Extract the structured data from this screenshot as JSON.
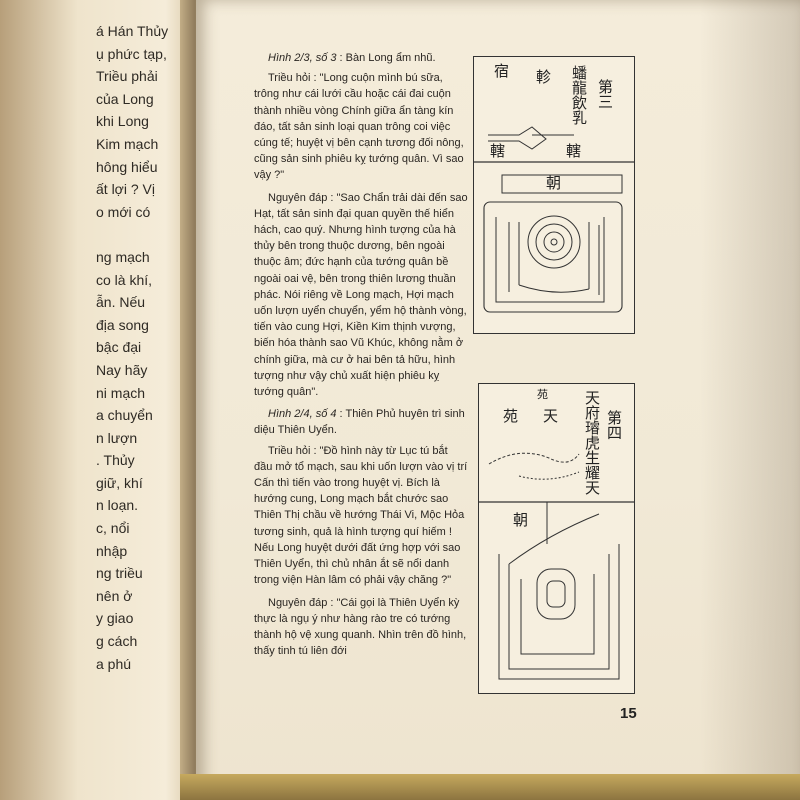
{
  "left_page": {
    "lines": [
      "á Hán Thủy",
      "ụ phức tạp,",
      "Triều phải",
      "của Long",
      "khi Long",
      "Kim mạch",
      "hông hiểu",
      "ất lợi ? Vị",
      "o mới có",
      "",
      "ng mạch",
      "co là khí,",
      "ẫn. Nếu",
      "địa song",
      "bậc đại",
      "Nay hãy",
      "ni mạch",
      "a chuyển",
      "n lượn",
      ". Thủy",
      "giữ, khí",
      "n loạn.",
      "c, nổi",
      "nhập",
      "ng triều",
      "nên ở",
      "y giao",
      "g cách",
      "a phú"
    ]
  },
  "text": {
    "p1_caption": "Hình 2/3, số 3",
    "p1_rest": " : Bàn Long ẩm nhũ.",
    "p2": "Triều hỏi : \"Long cuộn mình bú sữa, trông như cái lưới cầu hoặc cái đai cuộn thành nhiều vòng Chính giữa ẩn tàng kín đáo, tất sản sinh loại quan trông coi việc cúng tế; huyệt vị bên cạnh tương đối nông, cũng sản sinh phiêu kỵ tướng quân. Vì sao vậy ?\"",
    "p3": "Nguyên đáp : \"Sao Chẩn trải dài đến sao Hạt, tất sản sinh đại quan quyền thế hiển hách, cao quý. Nhưng hình tượng của hà thủy bên trong thuộc dương, bên ngoài thuộc âm; đức hạnh của tướng quân bề ngoài oai vệ, bên trong thiên lương thuần phác. Nói riêng về Long mạch, Hợi mạch uốn lượn uyển chuyển, yểm hộ thành vòng, tiến vào cung Hợi, Kiền Kim thịnh vượng, biến hóa thành sao Vũ Khúc, không nằm ở chính giữa, mà cư ở hai bên tả hữu, hình tượng như vậy chủ xuất hiện phiêu kỵ tướng quân\".",
    "p4_caption": "Hình 2/4, số 4",
    "p4_rest": " : Thiên Phủ huyên trì sinh diệu Thiên Uyển.",
    "p5": "Triều hỏi : \"Đồ hình này từ Lục tú bắt đầu mở tổ mạch, sau khi uốn lượn vào vị trí Cấn thì tiến vào trong huyệt vị. Bích là hướng cung, Long mạch bắt chước sao Thiên Thị chầu về hướng Thái Vi, Mộc Hỏa tương sinh, quả là hình tượng quí hiếm ! Nếu Long huyệt dưới đất ứng hợp với sao Thiên Uyển, thì chủ nhân ắt sẽ nổi danh trong viện Hàn lâm có phải vậy chăng ?\"",
    "p6": "Nguyên đáp : \"Cái gọi là Thiên Uyển kỳ thực là ngụ ý như hàng rào tre có tướng thành hộ vệ xung quanh. Nhìn trên đồ hình, thấy tinh tú liên đới"
  },
  "figure1": {
    "title_vertical": "第三",
    "subtitle_vertical": "蟠龍飲乳",
    "top_left": "宿",
    "top_right": "軫",
    "mid_left": "轄",
    "mid_right": "轄",
    "chao": "朝"
  },
  "figure2": {
    "title_vertical": "第四",
    "subtitle_vertical": "天府璿虎生耀天",
    "top_char": "苑",
    "left_char1": "苑",
    "left_char2": "天",
    "chao": "朝"
  },
  "page_number": "15"
}
